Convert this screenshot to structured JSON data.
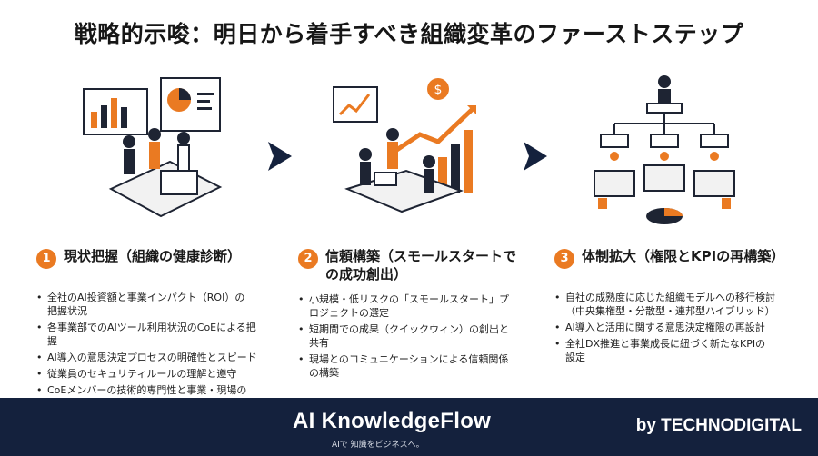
{
  "title": "戦略的示唆：明日から着手すべき組織変革のファーストステップ",
  "colors": {
    "accent": "#ea7a22",
    "navy": "#14213d",
    "footer_bg": "#14213d"
  },
  "icons": {
    "illustration_1": "team-analyzing-dashboard-illustration",
    "illustration_2": "team-meeting-growth-chart-illustration",
    "illustration_3": "org-chart-hierarchy-illustration",
    "arrow": "arrow-right-icon"
  },
  "steps": [
    {
      "number": "1",
      "heading": "現状把握（組織の健康診断）",
      "bullets": [
        "全社のAI投資額と事業インパクト（ROI）の把握状況",
        "各事業部でのAIツール利用状況のCoEによる把握",
        "AI導入の意思決定プロセスの明確性とスピード",
        "従業員のセキュリティルールの理解と遵守",
        "CoEメンバーの技術的専門性と事業・現場の巻き込み力"
      ]
    },
    {
      "number": "2",
      "heading": "信頼構築（スモールスタートでの成功創出）",
      "bullets": [
        "小規模・低リスクの「スモールスタート」プロジェクトの選定",
        "短期間での成果（クイックウィン）の創出と共有",
        "現場とのコミュニケーションによる信頼関係の構築"
      ]
    },
    {
      "number": "3",
      "heading": "体制拡大（権限とKPIの再構築）",
      "bullets": [
        "自社の成熟度に応じた組織モデルへの移行検討（中央集権型・分散型・連邦型ハイブリッド）",
        "AI導入と活用に関する意思決定権限の再設計",
        "全社DX推進と事業成長に紐づく新たなKPIの設定"
      ]
    }
  ],
  "footer": {
    "brand": "AI KnowledgeFlow",
    "tagline": "AIで 知識をビジネスへ。",
    "byline": "by TECHNODIGITAL"
  }
}
